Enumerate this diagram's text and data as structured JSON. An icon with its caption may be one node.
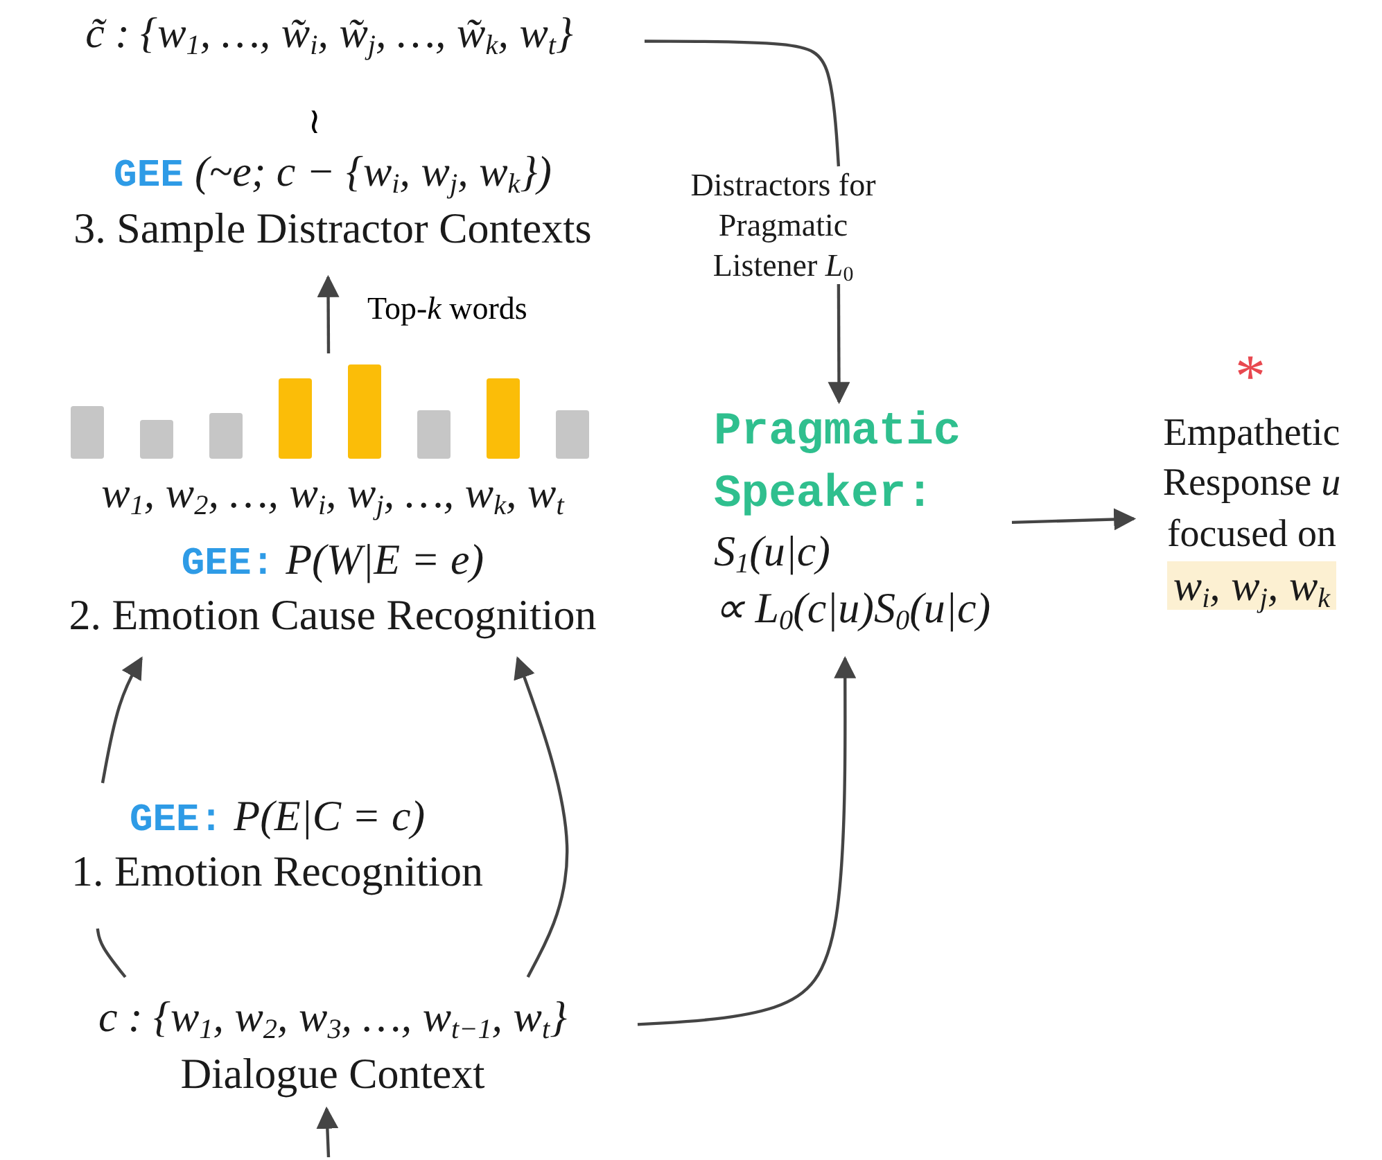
{
  "diagram": {
    "nodes": [
      {
        "text": [
          "c̃ : {w$_{1}$, …, w̃$_{i}$, w̃$_{j}$, …, w̃$_{k}$, w$_{t}$}"
        ]
      },
      {
        "text": [
          "GEE",
          "(~e; c − {w$_{i}$, w$_{j}$, w$_{k}$})",
          "3. Sample Distractor Contexts"
        ]
      },
      {
        "text": [
          "w$_{1}$, w$_{2}$, …, w$_{i}$, w$_{j}$, …, w$_{k}$, w$_{t}$"
        ]
      },
      {
        "text": [
          "GEE:",
          "P(W|E = e)",
          "2. Emotion Cause Recognition"
        ]
      },
      {
        "text": [
          "GEE:",
          "P(E|C = c)",
          "1. Emotion Recognition"
        ]
      },
      {
        "text": [
          "c : {w$_{1}$, w$_{2}$, w$_{3}$, …, w$_{t−1}$, w$_{t}$}",
          "Dialogue Context"
        ]
      },
      {
        "text": [
          "Distractors for Pragmatic Listener *L*$_{0}$"
        ]
      },
      {
        "text": [
          "Pragmatic Speaker:",
          "S$_{1}$(u|c)",
          "∝ L$_{0}$(c|u)S$_{0}$(u|c)"
        ]
      },
      {
        "text": [
          "Empathetic Response *u* focused on",
          "w$_{i}$, w$_{j}$, w$_{k}$"
        ],
        "beside": [
          "*"
        ]
      }
    ],
    "edges": [
      {
        "from": 0,
        "to": 6,
        "arrow": "none"
      },
      {
        "from": 2,
        "to": 1,
        "arrow": "to",
        "label": "Top-*k* words"
      },
      {
        "from": 4,
        "to": 3,
        "arrow": "to"
      },
      {
        "from": 5,
        "to": 3,
        "arrow": "to"
      },
      {
        "from": 5,
        "to": 4,
        "arrow": "none"
      },
      {
        "from": 5,
        "to": 7,
        "arrow": "to"
      },
      {
        "from": 6,
        "to": 7,
        "arrow": "to"
      },
      {
        "from": 7,
        "to": 8,
        "arrow": "to"
      },
      {
        "from": null,
        "to": 5,
        "arrow": "to"
      }
    ],
    "labels": [
      "≀"
    ]
  }
}
